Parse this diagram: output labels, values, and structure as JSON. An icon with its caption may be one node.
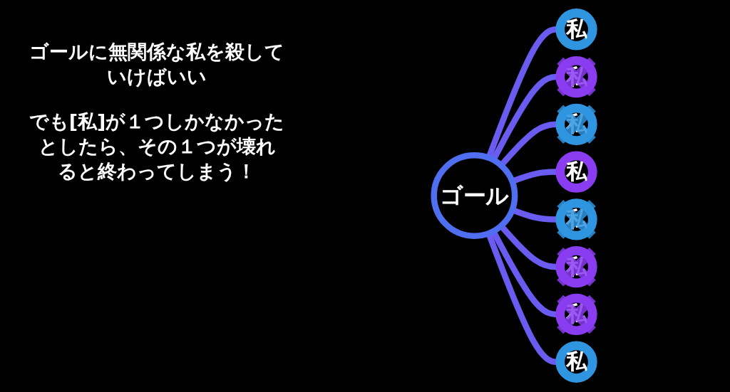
{
  "diagram": {
    "nodes": [
      {
        "text": [
          "ゴール"
        ]
      },
      {
        "text": [
          "私"
        ]
      },
      {
        "text": [
          "私"
        ]
      },
      {
        "text": [
          "私"
        ]
      },
      {
        "text": [
          "私"
        ]
      },
      {
        "text": [
          "私"
        ]
      },
      {
        "text": [
          "私"
        ]
      },
      {
        "text": [
          "私"
        ]
      },
      {
        "text": [
          "私"
        ]
      }
    ],
    "edges": [
      {
        "from": 0,
        "to": 1,
        "arrow": "none"
      },
      {
        "from": 0,
        "to": 2,
        "arrow": "none"
      },
      {
        "from": 0,
        "to": 3,
        "arrow": "none"
      },
      {
        "from": 0,
        "to": 4,
        "arrow": "none"
      },
      {
        "from": 0,
        "to": 5,
        "arrow": "none"
      },
      {
        "from": 0,
        "to": 6,
        "arrow": "none"
      },
      {
        "from": 0,
        "to": 7,
        "arrow": "none"
      },
      {
        "from": 0,
        "to": 8,
        "arrow": "none"
      }
    ],
    "labels": [
      "ゴールに無関係な私を殺していけばいい",
      "でも[私]が１つしかなかったとしたら、その１つが壊れると終わってしまう！"
    ]
  }
}
